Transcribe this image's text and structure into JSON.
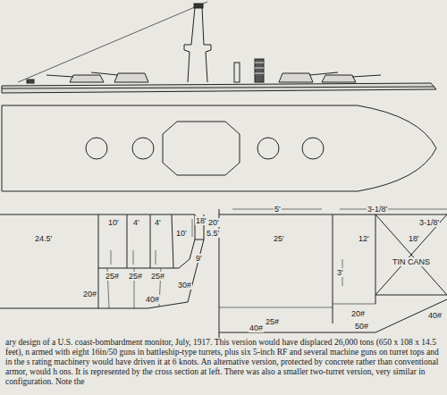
{
  "diagram": {
    "caption": "ary design of a U.S. coast-bombardment monitor, July, 1917. This version would have displaced 26,000 tons (650 x 108 x 14.5 feet), n armed with eight 16in/50 guns in battleship-type turrets, plus six 5-inch RF and several machine guns on turret tops and in the s rating machinery would have driven it at 6 knots. An alternative version, protected by concrete rather than conventional armor, would h ons. It is represented by the cross section at left. There was also a smaller two-turret version, very similar in configuration. Note the",
    "labels": [
      "24.5'",
      "10'",
      "4'",
      "4'",
      "10'",
      "18'",
      "20'",
      "5.5'",
      "9'",
      "25#",
      "25#",
      "25#",
      "30#",
      "20#",
      "40#",
      "5'",
      "3-1/8'",
      "25'",
      "12'",
      "3'",
      "18'",
      "TIN CANS",
      "3-1/8'",
      "20#",
      "25#",
      "40#",
      "50#",
      "40#"
    ]
  }
}
